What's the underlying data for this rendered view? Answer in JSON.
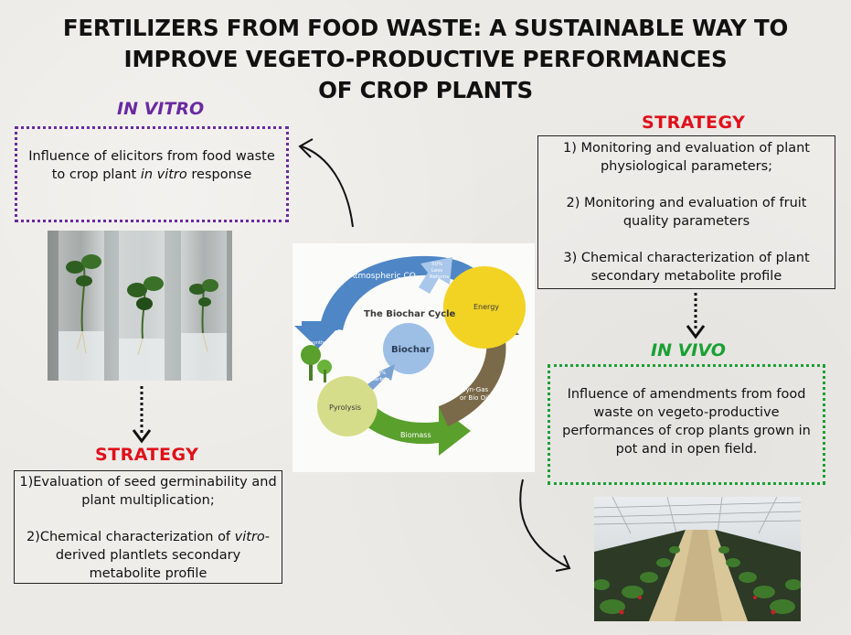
{
  "title": {
    "line1": "FERTILIZERS FROM FOOD WASTE: A SUSTAINABLE WAY TO",
    "line2": "IMPROVE VEGETO-PRODUCTIVE PERFORMANCES",
    "line3": "OF CROP PLANTS"
  },
  "in_vitro": {
    "heading": "IN VITRO",
    "text_before": "Influence of elicitors from food waste to crop plant ",
    "text_italic": "in vitro",
    "text_after": " response"
  },
  "strategy_left": {
    "heading": "STRATEGY",
    "item1": "1)Evaluation of seed germinability and plant multiplication;",
    "item2_italic": "vitro",
    "item2_before": "2)Chemical characterization of ",
    "item2_after": "-derived plantlets secondary metabolite profile"
  },
  "strategy_right": {
    "heading": "STRATEGY",
    "item1": "1) Monitoring and evaluation of plant physiological parameters;",
    "item2": "2) Monitoring and evaluation of fruit quality parameters",
    "item3": "3) Chemical characterization of plant secondary metabolite profile"
  },
  "in_vivo": {
    "heading": "IN VIVO",
    "text": "Influence of amendments from food waste on vegeto-productive performances of crop plants grown in pot and in open field."
  },
  "biochar_cycle": {
    "title": "The Biochar Cycle",
    "center": "Biochar",
    "atmospheric": "Atmospheric CO",
    "atmospheric_sub": "2",
    "energy": "Energy",
    "pyrolysis": "Pyrolysis",
    "biomass": "Biomass",
    "syngas_line1": "Syn-Gas",
    "syngas_line2": "or Bio Oil",
    "less_returns_line1": "50%",
    "less_returns_line2": "Less",
    "less_returns_line3": "Returns",
    "carbon_line1": "50%",
    "carbon_line2": "Carbon",
    "photosynthesis": "Photosynthesis"
  },
  "colors": {
    "purple": "#6a2aa0",
    "red": "#e0101a",
    "green": "#1aa034",
    "cycle_blue": "#4f86c6",
    "cycle_green": "#5aa02c",
    "cycle_brown": "#7a6a4a",
    "cycle_yellow": "#f2d324"
  }
}
